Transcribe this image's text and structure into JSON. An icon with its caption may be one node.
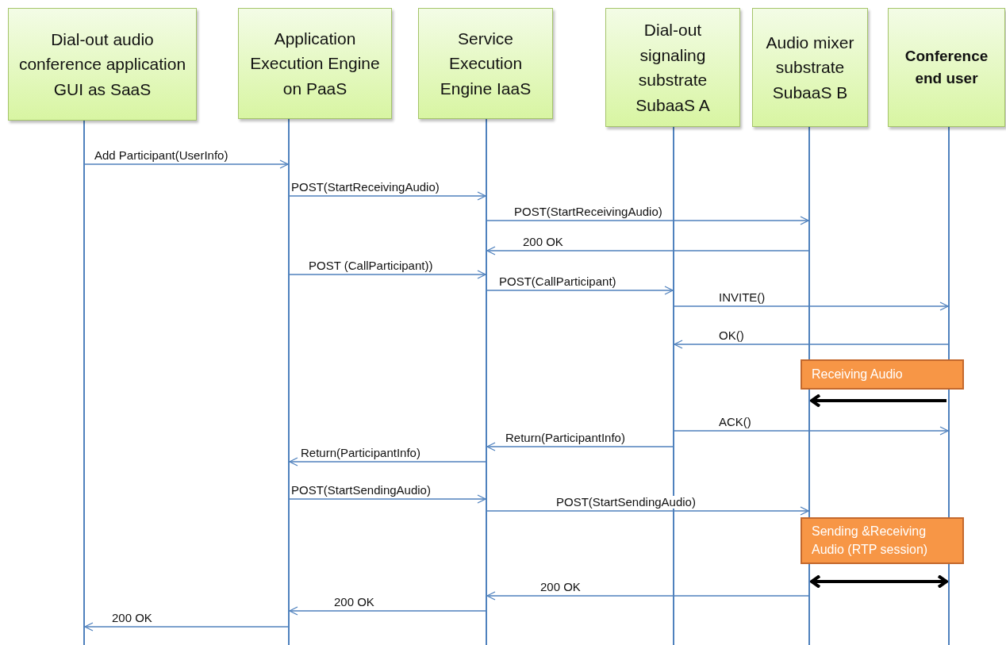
{
  "diagram": {
    "nodes": [
      {
        "text": [
          "Dial-out audio conference application GUI as SaaS"
        ]
      },
      {
        "text": [
          "Application Execution Engine on PaaS"
        ]
      },
      {
        "text": [
          "Service Execution Engine IaaS"
        ]
      },
      {
        "text": [
          "Dial-out signaling substrate SubaaS A"
        ]
      },
      {
        "text": [
          "Audio mixer substrate SubaaS B"
        ]
      },
      {
        "text": [
          "Conference end user"
        ]
      },
      {
        "text": [],
        "shape": "bar"
      },
      {
        "text": [],
        "shape": "bar"
      },
      {
        "text": [],
        "shape": "bar"
      },
      {
        "text": [],
        "shape": "bar"
      },
      {
        "text": [],
        "shape": "bar"
      },
      {
        "text": [],
        "shape": "bar"
      },
      {
        "text": [
          "Receiving Audio"
        ]
      },
      {
        "text": [
          "Sending &Receiving Audio (RTP session)"
        ]
      }
    ],
    "edges": [
      {
        "from": 6,
        "to": 7,
        "arrow": "to",
        "label": "Add Participant(UserInfo)"
      },
      {
        "from": 7,
        "to": 8,
        "arrow": "to",
        "label": "POST(StartReceivingAudio)"
      },
      {
        "from": 8,
        "to": 10,
        "arrow": "to",
        "label": "POST(StartReceivingAudio)"
      },
      {
        "from": 10,
        "to": 8,
        "arrow": "to",
        "label": "200 OK"
      },
      {
        "from": 7,
        "to": 8,
        "arrow": "to",
        "label": "POST (CallParticipant))"
      },
      {
        "from": 8,
        "to": 9,
        "arrow": "to",
        "label": "POST(CallParticipant)"
      },
      {
        "from": 9,
        "to": 11,
        "arrow": "to",
        "label": "INVITE()"
      },
      {
        "from": 11,
        "to": 9,
        "arrow": "to",
        "label": "OK()"
      },
      {
        "from": 11,
        "to": 10,
        "arrow": "to",
        "style": "thick",
        "color": "#000000"
      },
      {
        "from": 9,
        "to": 11,
        "arrow": "to",
        "label": "ACK()"
      },
      {
        "from": 9,
        "to": 8,
        "arrow": "to",
        "label": "Return(ParticipantInfo)"
      },
      {
        "from": 8,
        "to": 7,
        "arrow": "to",
        "label": "Return(ParticipantInfo)"
      },
      {
        "from": 7,
        "to": 8,
        "arrow": "to",
        "label": "POST(StartSendingAudio)"
      },
      {
        "from": 8,
        "to": 10,
        "arrow": "to",
        "label": "POST(StartSendingAudio)"
      },
      {
        "from": 10,
        "to": 11,
        "arrow": "both",
        "style": "thick",
        "color": "#000000"
      },
      {
        "from": 10,
        "to": 8,
        "arrow": "to",
        "label": "200 OK"
      },
      {
        "from": 8,
        "to": 7,
        "arrow": "to",
        "label": "200 OK"
      },
      {
        "from": 7,
        "to": 6,
        "arrow": "to",
        "label": "200 OK"
      }
    ]
  }
}
